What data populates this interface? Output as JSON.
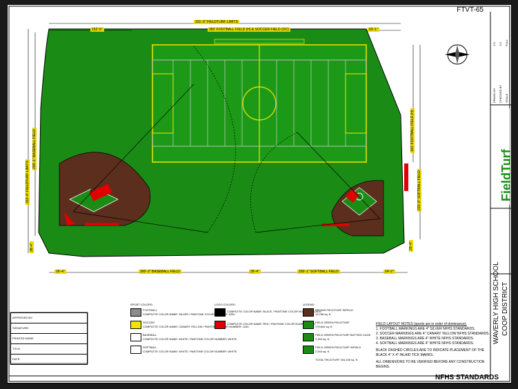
{
  "sheet_code": "FTVT-65",
  "dimensions": {
    "overall_width": "331'-9\" FIELDTURF LIMITS",
    "football_soccer": "360' FOOTBALL FIELD (H) & SOCCER FIELD (OC)",
    "left_offset": "152'-6\"",
    "right_offset": "63'-1\"",
    "overall_height": "333'-9\" FIELDTURF LIMITS",
    "baseball_height": "299'-1\" BASEBALL FIELD",
    "football_height": "160' FOOTBALL FIELD (H)",
    "softball_height": "220'-8\" SOFTBALL FIELD",
    "bottom_left": "26'-4\"",
    "baseball_field": "300'-3\" BASEBALL FIELD",
    "mid_gap": "28'-4\"",
    "softball_field": "200'-1\" SOFTBALL FIELD",
    "bottom_right": "24'-2\"",
    "left_small": "38'-4\"",
    "right_small": "26'-4\""
  },
  "title_block": {
    "school": "WAVERLY HIGH SCHOOL",
    "district": "COOP DISTRICT",
    "brand": "FieldTurf",
    "rows": [
      "DRAWN BY",
      "CHECKED BY",
      "SCALE"
    ],
    "values": [
      "J.S.",
      "J.S.",
      "FULL"
    ]
  },
  "approval": [
    "APPROVED BY:",
    "SIGNATURE:",
    "PRINTED NAME:",
    "TITLE:",
    "DATE:"
  ],
  "sport_colors": {
    "heading": "SPORT COLORS:",
    "items": [
      {
        "label": "FOOTBALL",
        "detail": "COMPLETE COLOR NAME: SILVER / PANTONE COLOR NUMBER: 420C",
        "color": "#8c8c8c"
      },
      {
        "label": "SOCCER",
        "detail": "COMPLETE COLOR NAME: CANARY YELLOW / PANTONE COLOR NUMBER: 116C",
        "color": "#f2e600"
      },
      {
        "label": "BASEBALL",
        "detail": "COMPLETE COLOR NAME: WHITE / PANTONE COLOR NUMBER: WHITE",
        "color": "#ffffff"
      },
      {
        "label": "SOFTBALL",
        "detail": "COMPLETE COLOR NAME: WHITE / PANTONE COLOR NUMBER: WHITE",
        "color": "#ffffff"
      }
    ]
  },
  "logo_colors": {
    "heading": "LOGO COLORS:",
    "items": [
      {
        "detail": "COMPLETE COLOR NAME: BLACK / PANTONE COLOR NUMBER: BLACK",
        "color": "#000000"
      },
      {
        "detail": "COMPLETE COLOR NAME: RED / PANTONE COLOR NUMBER: 185C",
        "color": "#e10000"
      }
    ]
  },
  "legend": {
    "heading": "LEGEND:",
    "items": [
      {
        "label": "BROWN FIELDTURF INFIELD",
        "area": "13,766 sq. ft.",
        "color": "#5b2e1e"
      },
      {
        "label": "FIELD GREEN FIELDTURF",
        "area": "175,644 sq. ft.",
        "color": "#1a8c16"
      },
      {
        "label": "FIELD GREEN FIELDTURF BATTING CAGE",
        "area": "2,464 sq. ft.",
        "color": "#1a8c16"
      },
      {
        "label": "FIELD GREEN FIELDTURF INFIELD",
        "area": "2,544 sq. ft.",
        "color": "#1a8c16"
      }
    ],
    "total": "TOTAL FIELDTURF 204,440 sq. ft."
  },
  "notes": {
    "heading": "FIELD LAYOUT NOTES (sports are in order of dominance):",
    "items": [
      "1.  FOOTBALL MARKINGS ARE 4\" SILVER NFHS STANDARDS.",
      "2.  SOCCER MARKINGS ARE 4\" CANARY YELLOW NFHS STANDARDS.",
      "3.  BASEBALL MARKINGS ARE 4\" WHITE NFHS STANDARDS.",
      "4.  SOFTBALL MARKINGS ARE 4\" WHITE NFHS STANDARDS."
    ],
    "circles": "BLACK DASHED CIRCLES ARE TO INDICATE PLACEMENT OF THE BLACK 4\" X 4\" INLAID TICK MARKS.",
    "verify": "ALL DIMENSIONS TO BE VERIFIED BEFORE ANY CONSTRUCTION BEGINS."
  },
  "standards": "NFHS STANDARDS",
  "colors": {
    "turf": "#1a8c16",
    "infield": "#5b2e1e",
    "dim": "#e8d800"
  }
}
